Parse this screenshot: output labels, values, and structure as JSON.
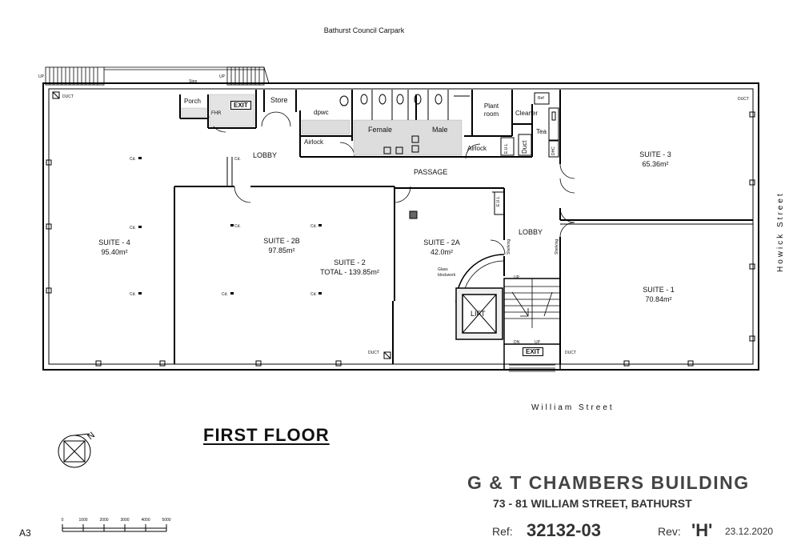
{
  "carpark_label": "Bathurst Council Carpark",
  "street_right": "Howick Street",
  "street_bottom": "William Street",
  "floor_title": "FIRST FLOOR",
  "building": {
    "name": "G & T CHAMBERS BUILDING",
    "address": "73 - 81 WILLIAM STREET, BATHURST",
    "ref_label": "Ref:",
    "ref_value": "32132-03",
    "rev_label": "Rev:",
    "rev_value": "'H'",
    "date": "23.12.2020",
    "sheet": "A3"
  },
  "scale_ticks": [
    "0",
    "1000",
    "2000",
    "3000",
    "4000",
    "5000"
  ],
  "suites": [
    {
      "name": "SUITE - 4",
      "area": "95.40m²"
    },
    {
      "name": "SUITE - 2B",
      "area": "97.85m²"
    },
    {
      "name": "SUITE - 2",
      "area": "TOTAL - 139.85m²"
    },
    {
      "name": "SUITE - 2A",
      "area": "42.0m²"
    },
    {
      "name": "SUITE - 3",
      "area": "65.36m²"
    },
    {
      "name": "SUITE - 1",
      "area": "70.84m²"
    }
  ],
  "rooms": {
    "porch": "Porch",
    "store": "Store",
    "dpwc": "dpwc",
    "female": "Female",
    "male": "Male",
    "plant_room": "Plant room",
    "cleaner": "Cleaner",
    "tea": "Tea",
    "airlock_1": "Airlock",
    "airlock_2": "Airlock",
    "duct_room": "Duct",
    "lobby_1": "LOBBY",
    "lobby_2": "LOBBY",
    "passage": "PASSAGE",
    "lift": "LIFT",
    "glass_blockwork": "Glass blockwork"
  },
  "markers": {
    "exit": "EXIT",
    "duct": "DUCT",
    "up": "UP",
    "dn": "DN",
    "step": "Step",
    "fhr": "FHR",
    "cd": "Cd.",
    "fridge": "Ref",
    "eul": "E.U.L",
    "dhc": "DHC",
    "shelving": "Shelving"
  }
}
